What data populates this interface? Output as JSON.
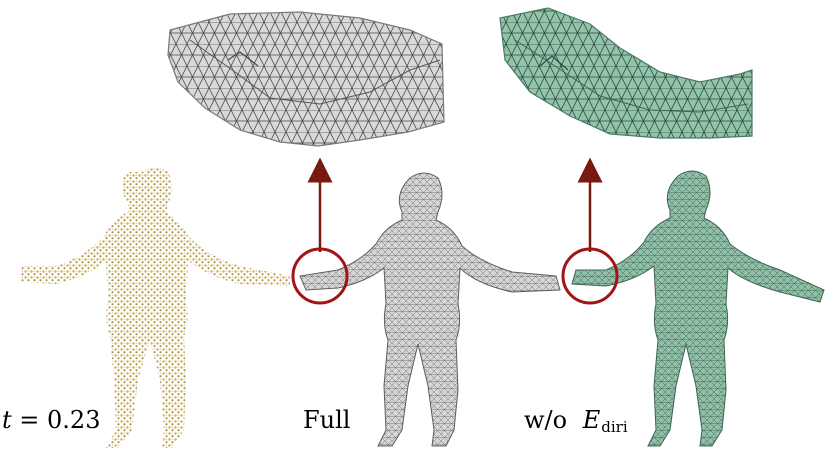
{
  "figure": {
    "labels": {
      "time_var": "t",
      "time_eq": " = 0.23",
      "full": "Full",
      "wo_prefix": "w/o",
      "energy_symbol": "E",
      "energy_sub": "diri"
    },
    "colors": {
      "point_cloud": "#c9b15a",
      "mesh_full": "#d4d4d6",
      "mesh_wo": "#8fbfa6",
      "highlight_circle": "#a31515",
      "arrow": "#7a1a0e"
    },
    "icons": [
      "point-cloud-figure",
      "gray-mesh-figure",
      "green-mesh-figure",
      "arm-zoom-full",
      "arm-zoom-wo"
    ]
  }
}
